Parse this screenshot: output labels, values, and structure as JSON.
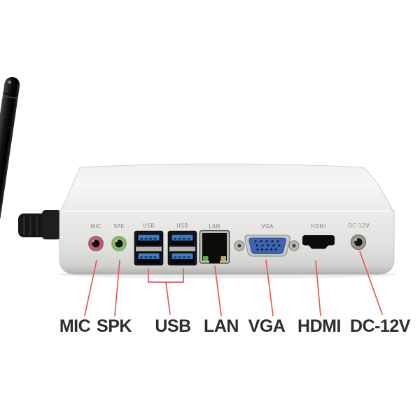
{
  "device": {
    "port_labels": [
      "MIC",
      "SPK",
      "USB",
      "USB",
      "LAN",
      "VGA",
      "HDMI",
      "DC-12V"
    ]
  },
  "annotations": {
    "labels": [
      "MIC",
      "SPK",
      "USB",
      "LAN",
      "VGA",
      "HDMI",
      "DC-12V"
    ]
  },
  "colors": {
    "background": "#ffffff",
    "chassis_top": "#f3f4f2",
    "chassis_front": "#dfe0de",
    "antenna_body": "#161616",
    "mic_ring": "#c05f76",
    "spk_ring": "#87ba5e",
    "usb_housing": "#14141a",
    "usb_tongue": "#3d7ec4",
    "lan_led_green": "#5cb23e",
    "lan_led_yellow": "#c0ac3c",
    "vga_connector": "#3f63ae",
    "hdmi_body": "#0d0d0d",
    "dc_ring": "#95968f",
    "leader_line": "#e25b5b",
    "annotation_text": "#2d2d2d",
    "printed_label_text": "#84857f"
  }
}
